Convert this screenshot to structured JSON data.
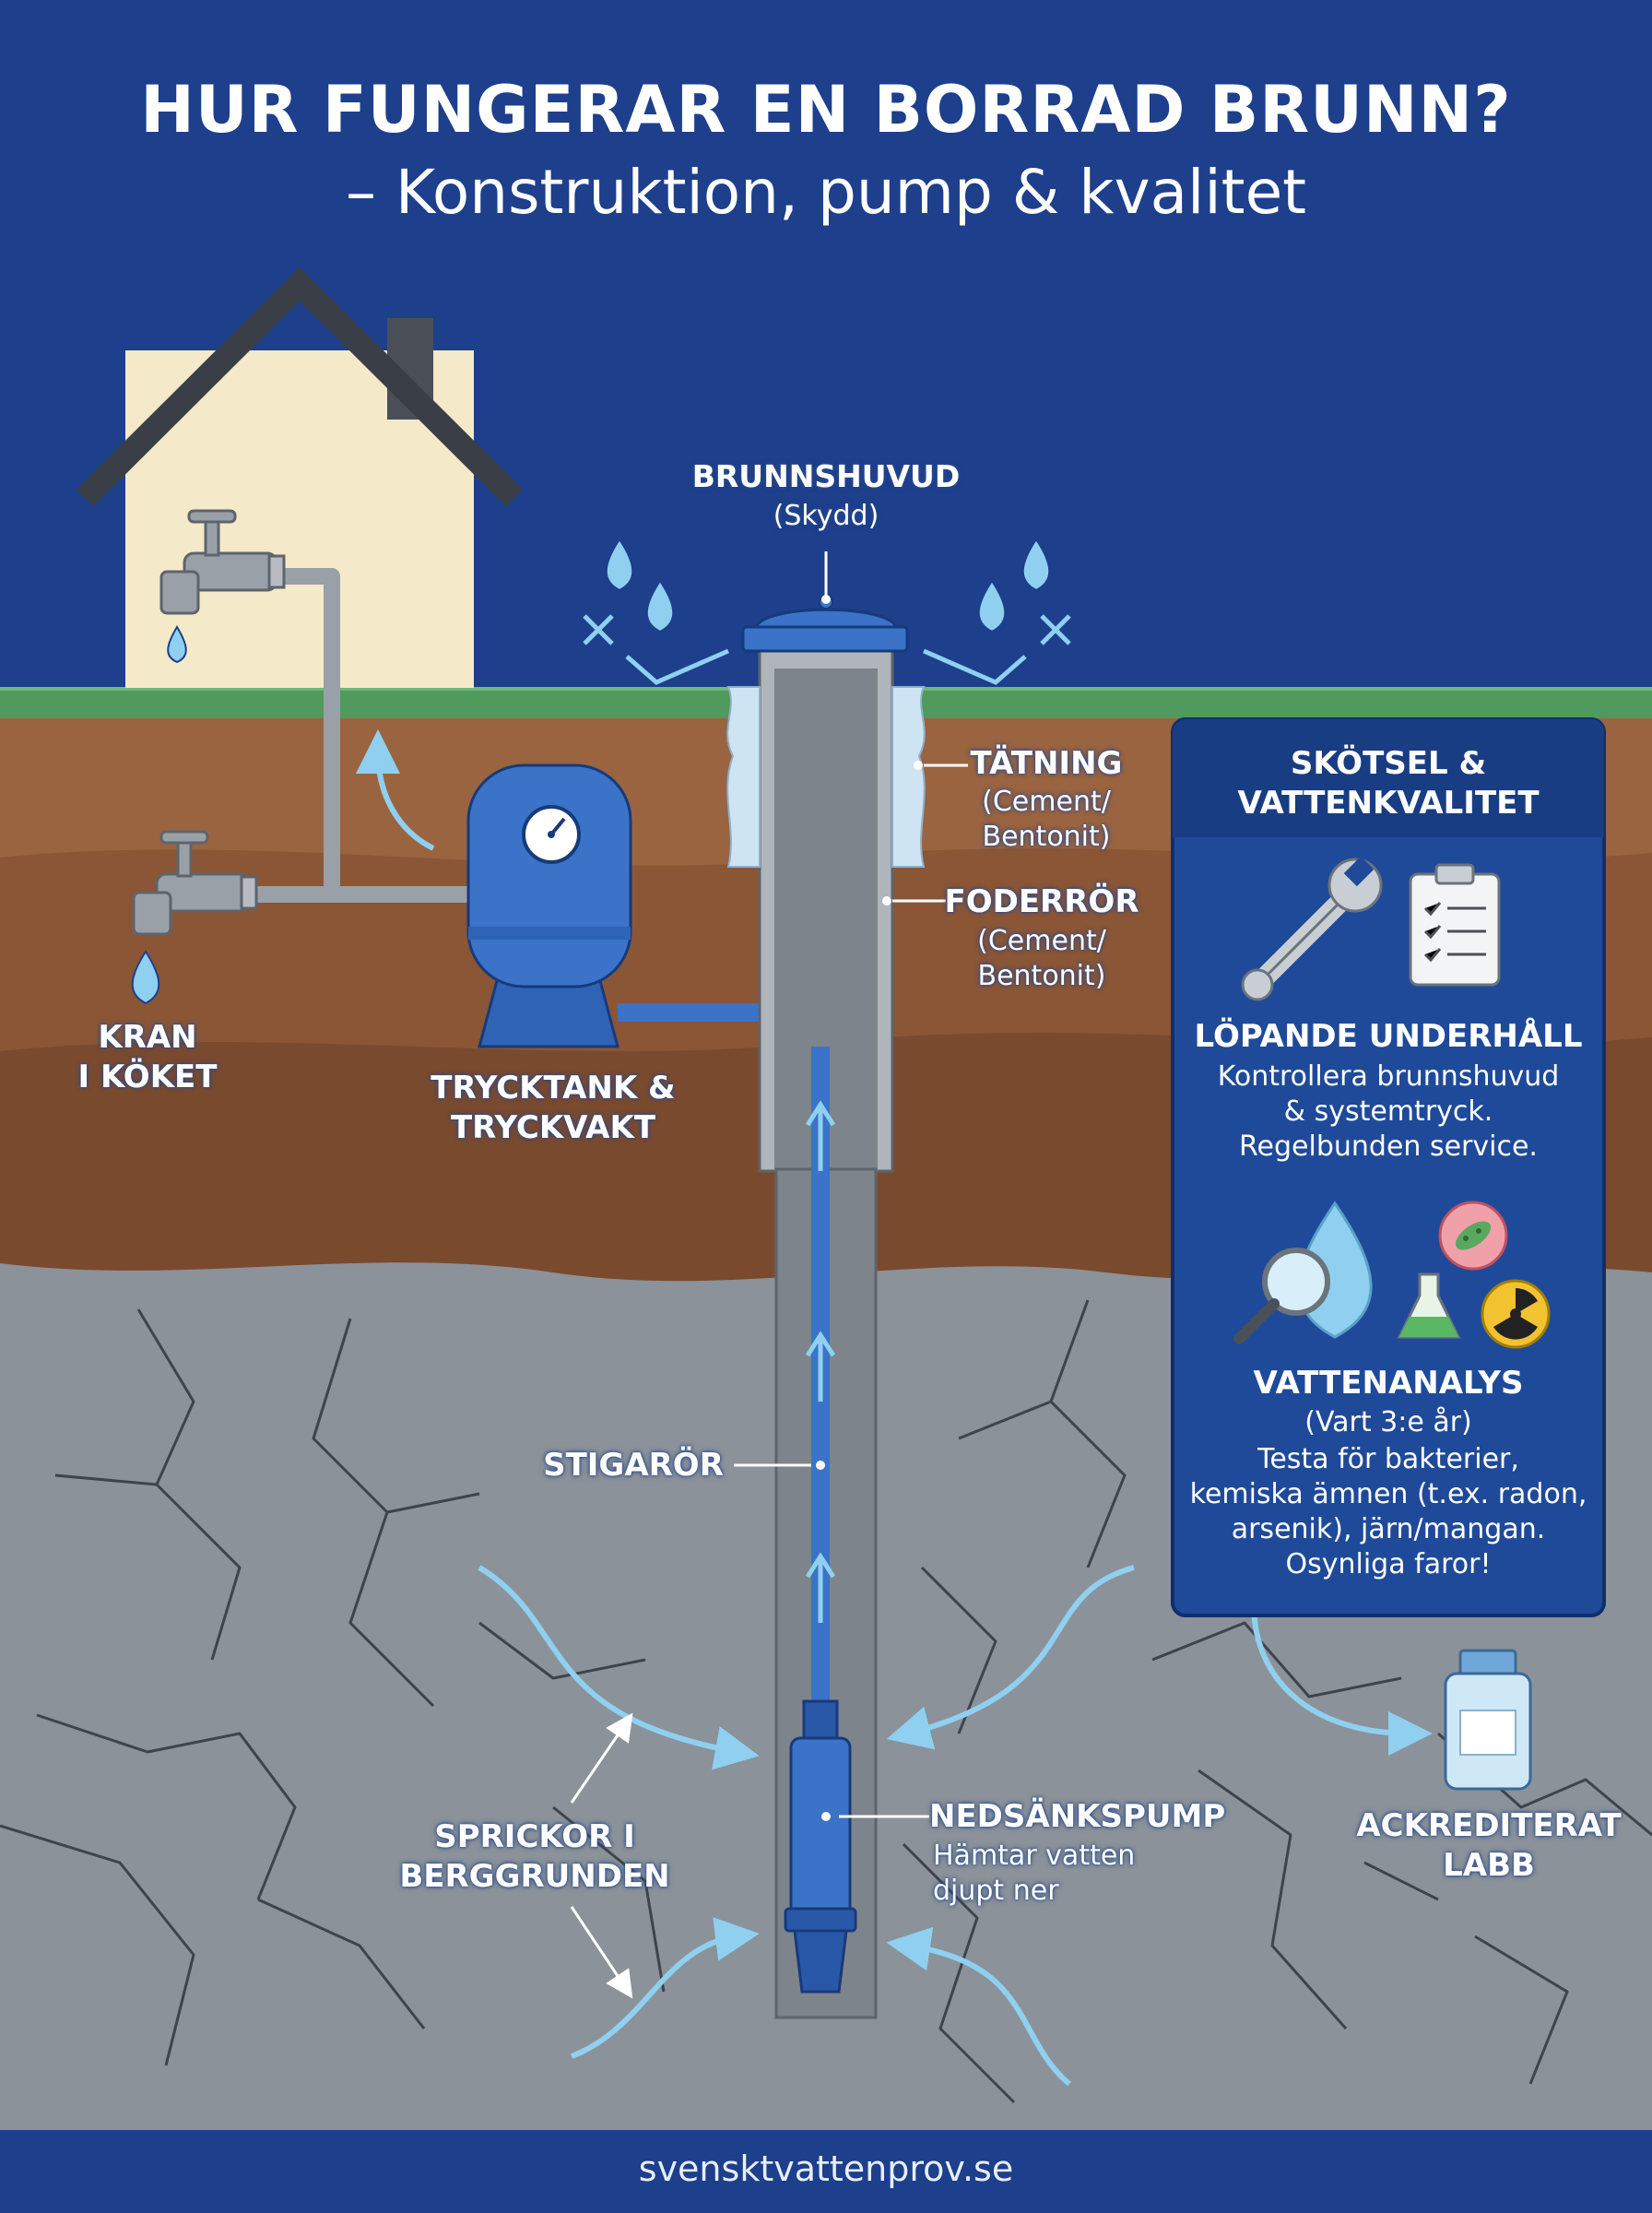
{
  "title": {
    "line1": "HUR FUNGERAR EN BORRAD BRUNN?",
    "line2": "– Konstruktion, pump & kvalitet"
  },
  "labels": {
    "brunnshuvud": "BRUNNSHUVUD",
    "brunnshuvud_sub": "(Skydd)",
    "tatning": "TÄTNING",
    "tatning_sub1": "(Cement/",
    "tatning_sub2": "Bentonit)",
    "foderror": "FODERRÖR",
    "foderror_sub1": "(Cement/",
    "foderror_sub2": "Bentonit)",
    "kran1": "KRAN",
    "kran2": "I KÖKET",
    "trycktank1": "TRYCKTANK &",
    "trycktank2": "TRYCKVAKT",
    "stigaror": "STIGARÖR",
    "nedsankspump": "NEDSÄNKSPUMP",
    "nedsankspump_sub1": "Hämtar vatten",
    "nedsankspump_sub2": "djupt ner",
    "sprickor1": "SPRICKOR I",
    "sprickor2": "BERGGRUNDEN",
    "labb1": "ACKREDITERAT",
    "labb2": "LABB"
  },
  "panel": {
    "heading1": "SKÖTSEL &",
    "heading2": "VATTENKVALITET",
    "maint_title": "LÖPANDE UNDERHÅLL",
    "maint_1": "Kontrollera brunnshuvud",
    "maint_2": "& systemtryck.",
    "maint_3": "Regelbunden service.",
    "analysis_title": "VATTENANALYS",
    "analysis_sub": "(Vart 3:e år)",
    "analysis_1": "Testa för bakterier,",
    "analysis_2": "kemiska ämnen (t.ex. radon,",
    "analysis_3": "arsenik), järn/mangan.",
    "analysis_4": "Osynliga faror!"
  },
  "footer": "svensktvattenprov.se",
  "colors": {
    "sky": "#1d3f8c",
    "grass": "#4f9a5c",
    "soil_top": "#9a6440",
    "soil_mid": "#8a5636",
    "soil_low": "#7a4a2e",
    "rock": "#8b9299",
    "pipe_blue": "#3a73c8",
    "water_light": "#8fd0f0",
    "panel_bg": "#1f4a9a",
    "house_wall": "#f4e9c8",
    "roof": "#4a4f57"
  },
  "icons": [
    "house-icon",
    "faucet-icon",
    "water-drop-icon",
    "pressure-tank-icon",
    "gauge-icon",
    "well-cap-icon",
    "wrench-icon",
    "clipboard-icon",
    "magnifier-icon",
    "bacteria-icon",
    "flask-icon",
    "radiation-icon",
    "sample-bottle-icon",
    "arrow-icon",
    "cross-icon"
  ]
}
